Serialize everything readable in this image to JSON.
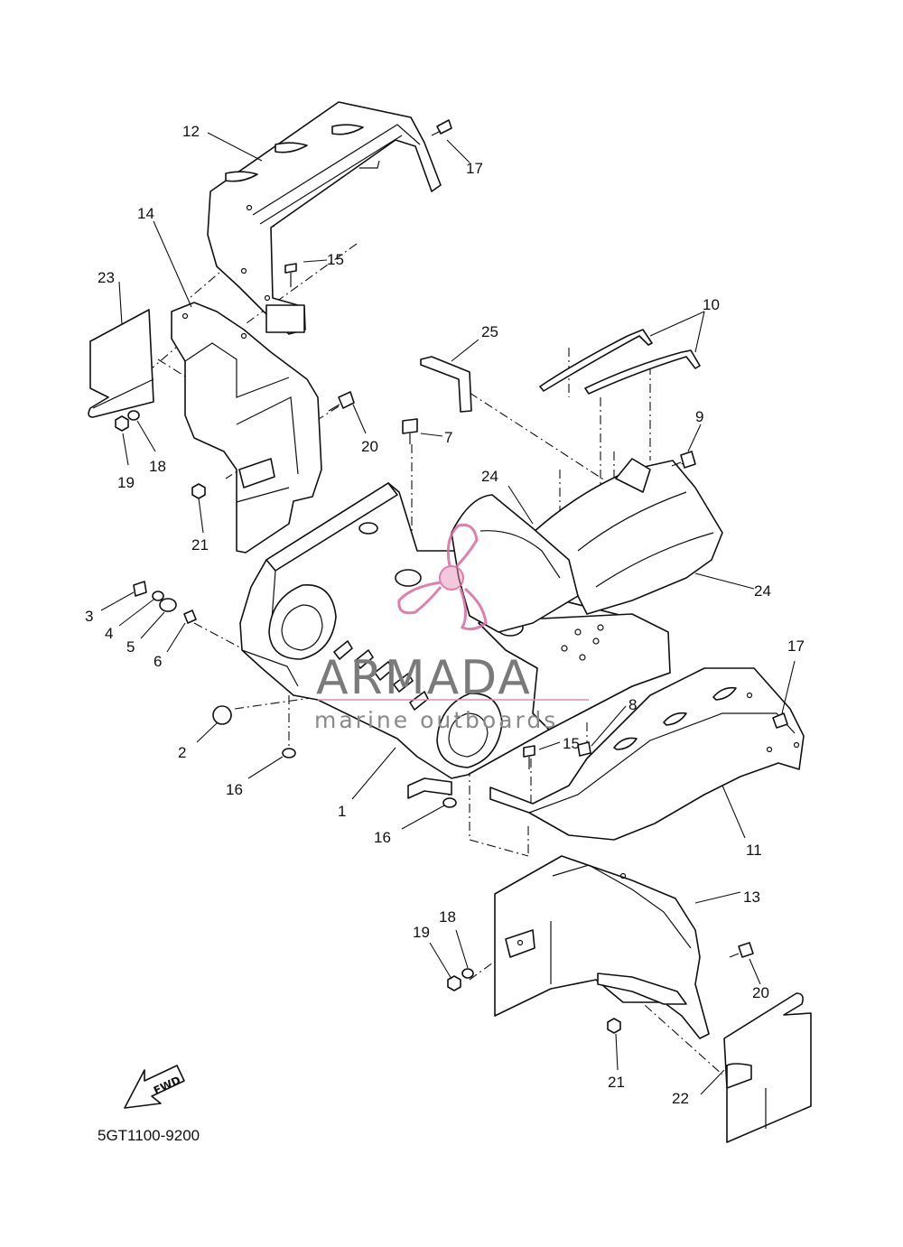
{
  "diagram": {
    "code": "5GT1100-9200",
    "fwd_label": "FWD",
    "watermark": {
      "brand": "ARMADA",
      "tagline": "marine outboards",
      "accent": "#e38bb4",
      "text_color": "#7a7a7a"
    },
    "callouts": {
      "c1": "1",
      "c2": "2",
      "c3": "3",
      "c4": "4",
      "c5": "5",
      "c6": "6",
      "c7": "7",
      "c8": "8",
      "c9": "9",
      "c10": "10",
      "c11": "11",
      "c12": "12",
      "c13": "13",
      "c14": "14",
      "c15a": "15",
      "c15b": "15",
      "c16a": "16",
      "c16b": "16",
      "c17a": "17",
      "c17b": "17",
      "c18a": "18",
      "c18b": "18",
      "c19a": "19",
      "c19b": "19",
      "c20a": "20",
      "c20b": "20",
      "c21a": "21",
      "c21b": "21",
      "c22": "22",
      "c23": "23",
      "c24a": "24",
      "c24b": "24",
      "c25": "25"
    }
  }
}
